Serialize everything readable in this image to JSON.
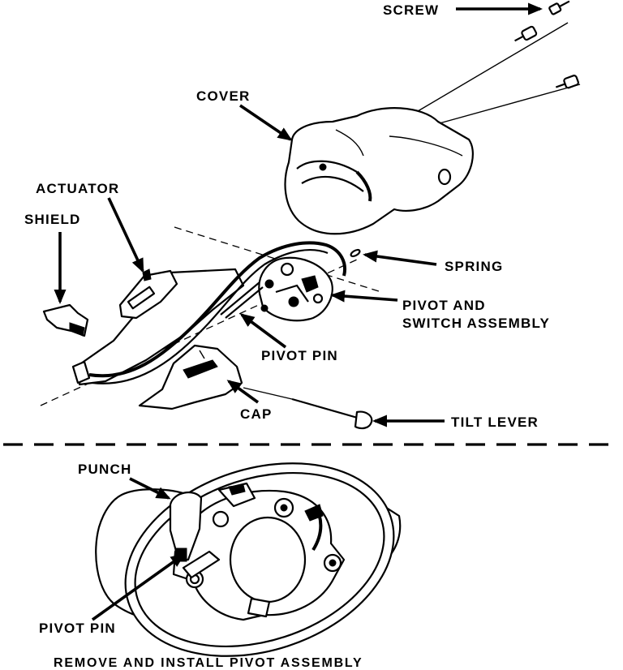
{
  "labels": {
    "screw": "SCREW",
    "cover": "COVER",
    "actuator": "ACTUATOR",
    "shield": "SHIELD",
    "spring": "SPRING",
    "pivot_switch_1": "PIVOT AND",
    "pivot_switch_2": "SWITCH ASSEMBLY",
    "pivot_pin_top": "PIVOT PIN",
    "cap": "CAP",
    "tilt_lever": "TILT LEVER",
    "punch": "PUNCH",
    "pivot_pin_bottom": "PIVOT PIN"
  },
  "caption": "REMOVE AND INSTALL PIVOT ASSEMBLY",
  "colors": {
    "ink": "#000000",
    "paper": "#ffffff"
  }
}
